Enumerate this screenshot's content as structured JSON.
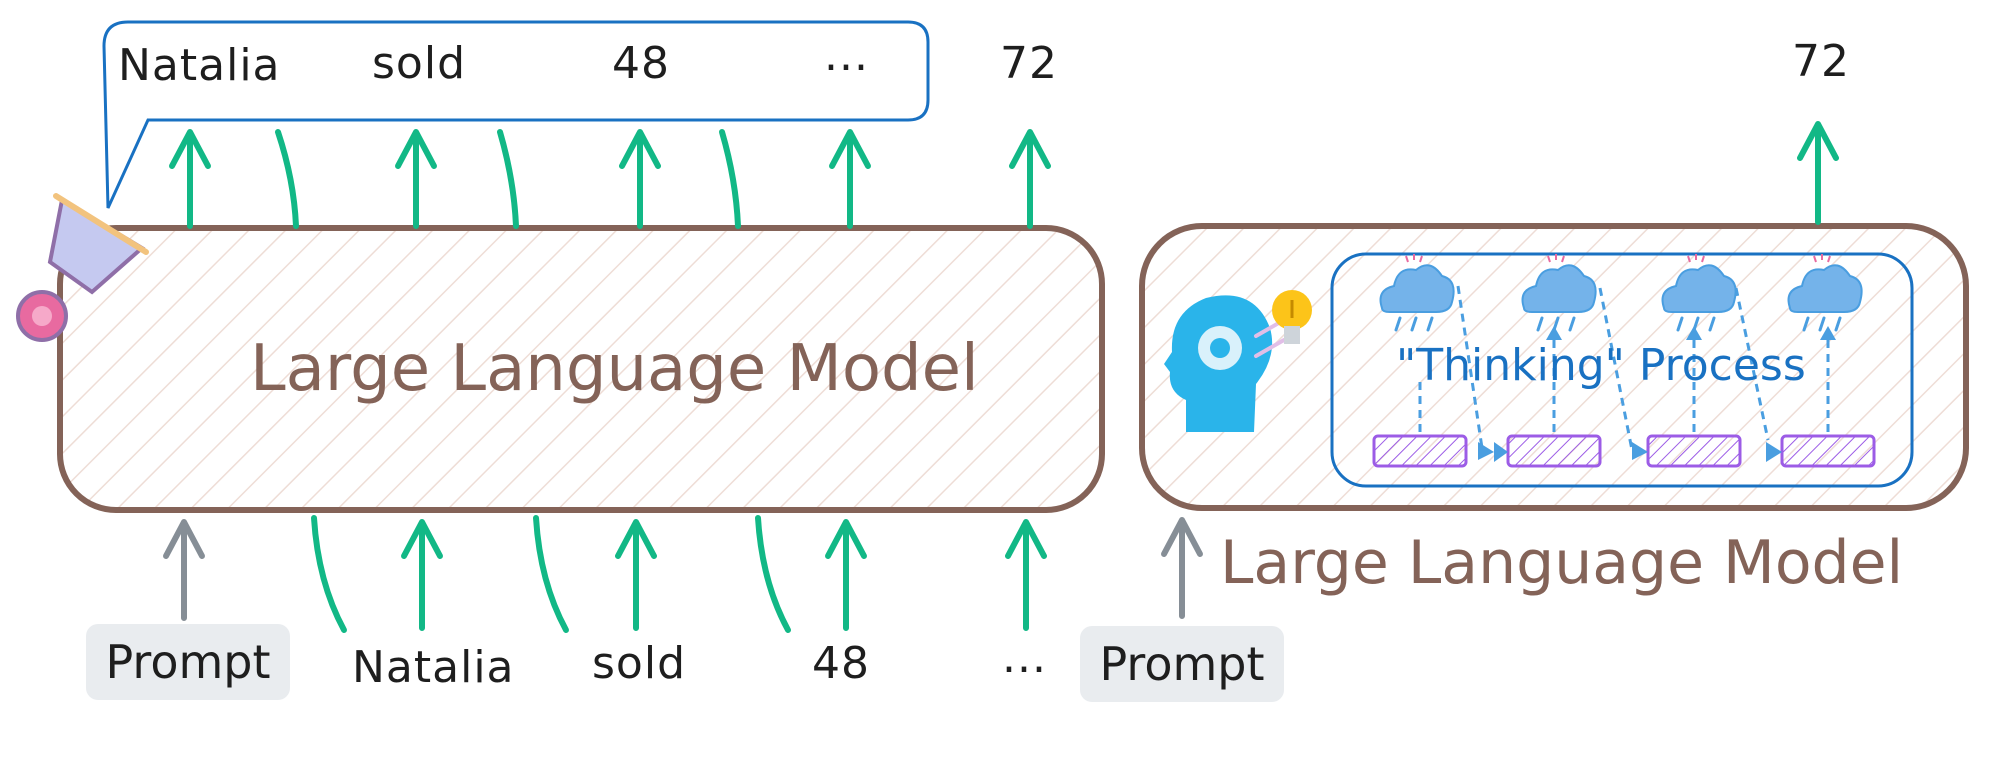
{
  "left_panel": {
    "output_tokens": [
      "Natalia",
      "sold",
      "48",
      "...",
      "72"
    ],
    "model_label": "Large Language Model",
    "input_prompt": "Prompt",
    "input_tokens": [
      "Natalia",
      "sold",
      "48",
      "..."
    ]
  },
  "right_panel": {
    "output_token": "72",
    "thinking_label": "\"Thinking\" Process",
    "input_prompt": "Prompt",
    "model_label": "Large Language Model"
  },
  "colors": {
    "arrow_green": "#12b886",
    "arrow_gray": "#868e96",
    "model_border": "#846358",
    "model_hatch": "#eeddd6",
    "speech_bubble": "#1971c2",
    "thinking_box": "#1971c2",
    "step_box": "#9c5ce6",
    "head": "#2ab4ea",
    "bulb": "#fcc419",
    "prompt_chip": "#e9ecef"
  },
  "icons": [
    "megaphone-icon",
    "head-gear-icon",
    "lightbulb-icon",
    "rain-cloud-icon"
  ]
}
